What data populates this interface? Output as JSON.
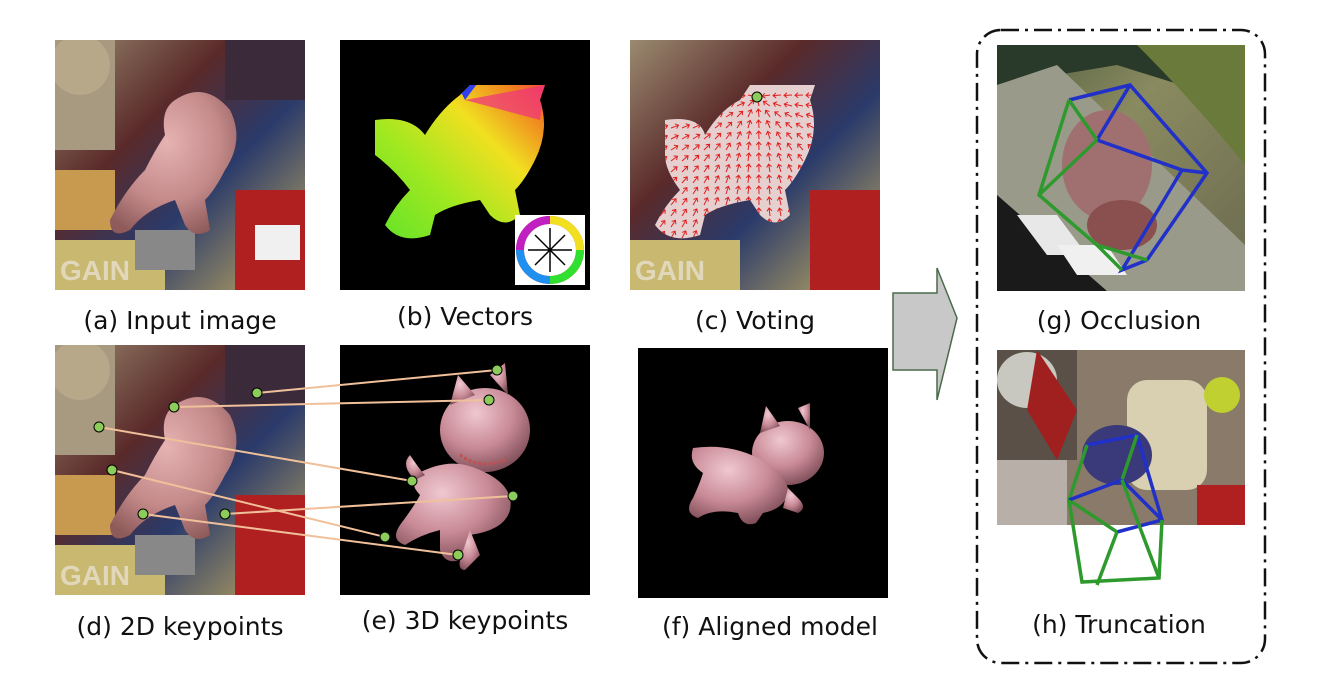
{
  "captions": {
    "a": "(a) Input image",
    "b": "(b) Vectors",
    "c": "(c) Voting",
    "d": "(d) 2D keypoints",
    "e": "(e) 3D keypoints",
    "f": "(f) Aligned model",
    "g": "(g) Occlusion",
    "h": "(h) Truncation"
  },
  "colors": {
    "cat_pink": "#c98f8f",
    "keypoint": "#8ccc5a",
    "match_line": "#f0c09a",
    "vote_arrow": "#e02020",
    "box_green": "#2e9a2e",
    "box_blue": "#2030c8",
    "arrow_fill": "#c8c8c8",
    "arrow_stroke": "#4a6a4a"
  },
  "icons": {
    "direction_wheel": "color-wheel-icon",
    "flow_arrow": "right-arrow-icon"
  }
}
